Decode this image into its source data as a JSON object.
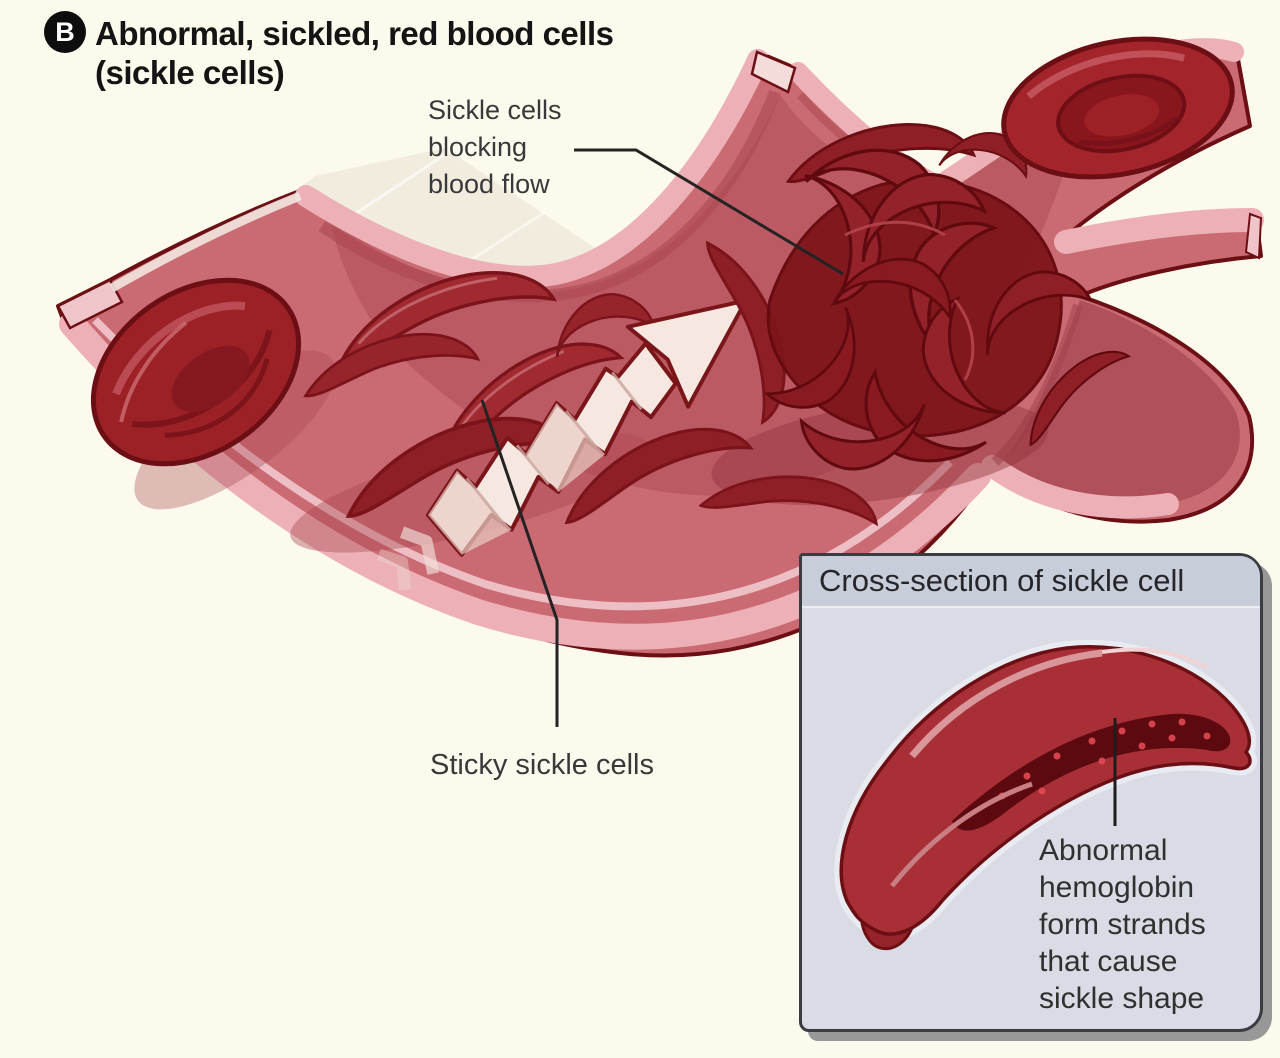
{
  "header": {
    "badge": "B",
    "title_line1": "Abnormal, sickled, red blood cells",
    "title_line2": "(sickle cells)"
  },
  "labels": {
    "blocking_line1": "Sickle cells",
    "blocking_line2": "blocking",
    "blocking_line3": "blood flow",
    "sticky": "Sticky sickle cells"
  },
  "inset": {
    "title": "Cross-section of sickle cell",
    "caption_line1": "Abnormal",
    "caption_line2": "hemoglobin",
    "caption_line3": "form strands",
    "caption_line4": "that cause",
    "caption_line5": "sickle shape"
  },
  "colors": {
    "background": "#fbfaec",
    "vessel_outline": "#6b0f14",
    "vessel_wall_light": "#ecb0b6",
    "vessel_wall_mid": "#ca6a72",
    "vessel_channel": "#bc5a64",
    "sickle_cell": "#a12a31",
    "sickle_cell_dark": "#821920",
    "blockage_mass": "#7e151b",
    "flow_arrow_fill": "#f6e8e1",
    "inset_header_bg": "#c8cdda",
    "inset_body_bg": "#d9dce5",
    "leader_line": "#232323"
  }
}
